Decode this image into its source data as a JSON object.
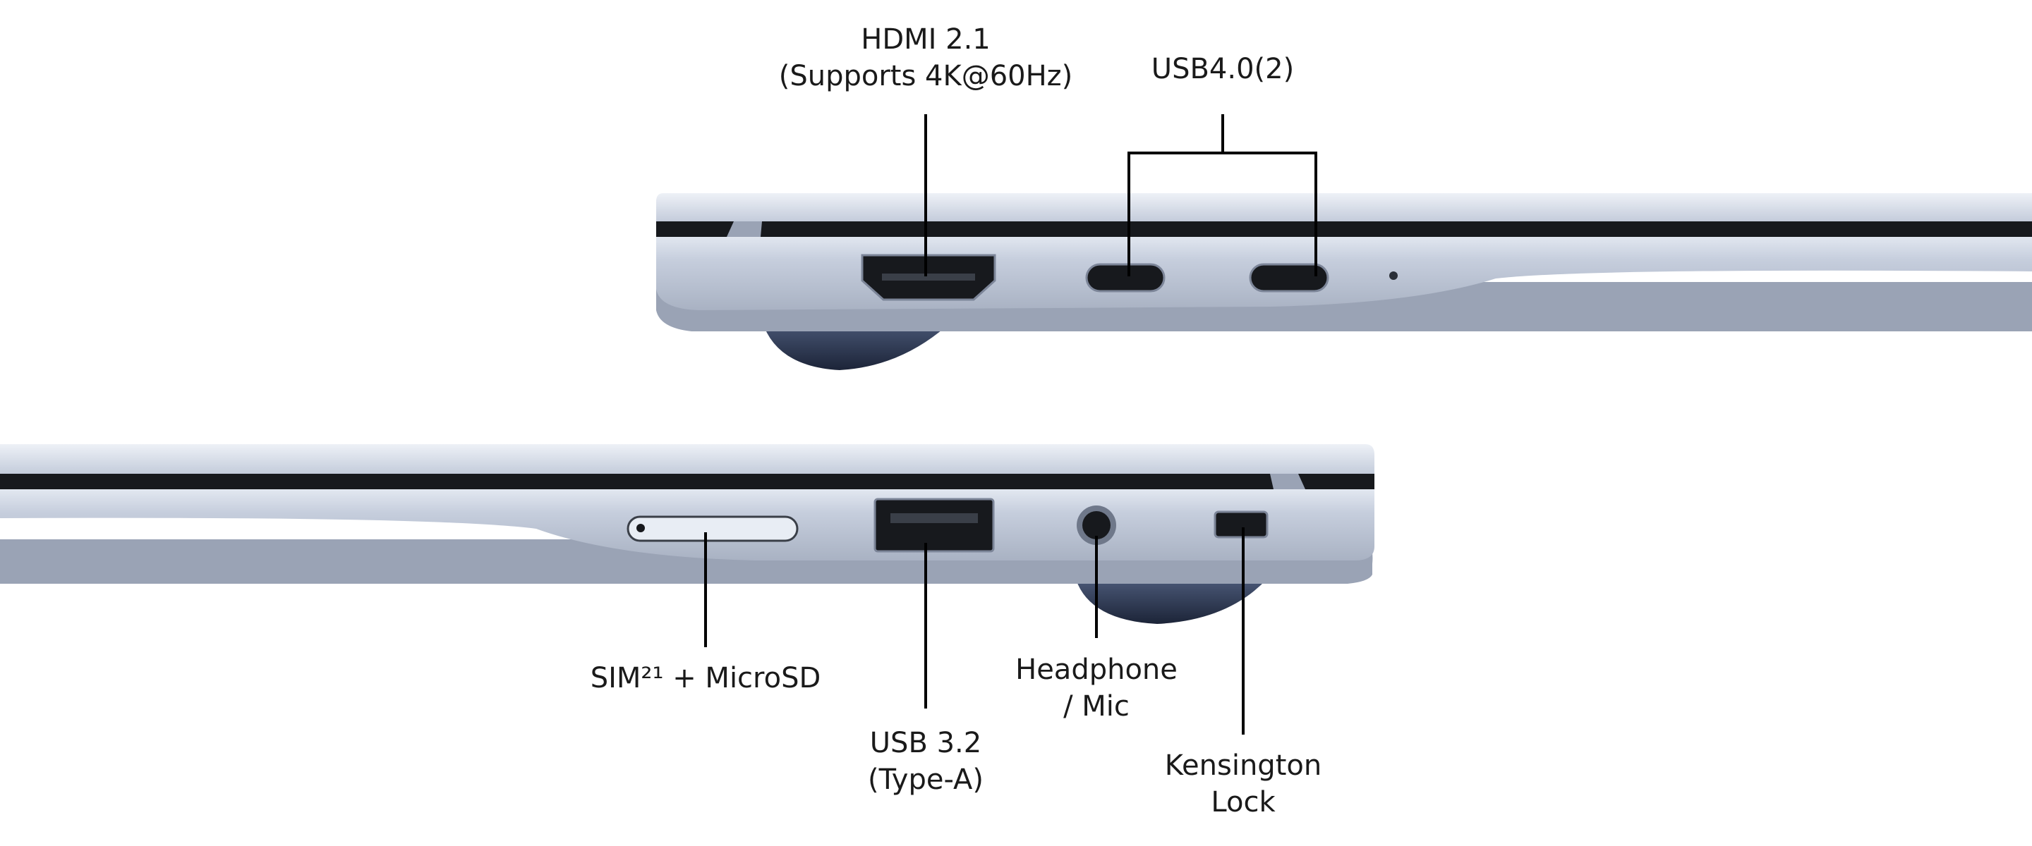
{
  "top_view": {
    "hdmi": {
      "line1": "HDMI 2.1",
      "line2": "(Supports 4K@60Hz)"
    },
    "usb4": {
      "line1": "USB4.0(2)"
    }
  },
  "bottom_view": {
    "sim": {
      "line1": "SIM²¹ + MicroSD"
    },
    "usb32": {
      "line1": "USB 3.2",
      "line2": "(Type-A)"
    },
    "headphone": {
      "line1": "Headphone",
      "line2": "/ Mic"
    },
    "kensington": {
      "line1": "Kensington",
      "line2": "Lock"
    }
  },
  "colors": {
    "chassis_light": "#d4dbe8",
    "chassis_mid": "#b7c0d0",
    "chassis_shadow": "#8d96a8",
    "slot_dark": "#17191d",
    "foot": "#2a3550",
    "leader_line": "#000000"
  }
}
